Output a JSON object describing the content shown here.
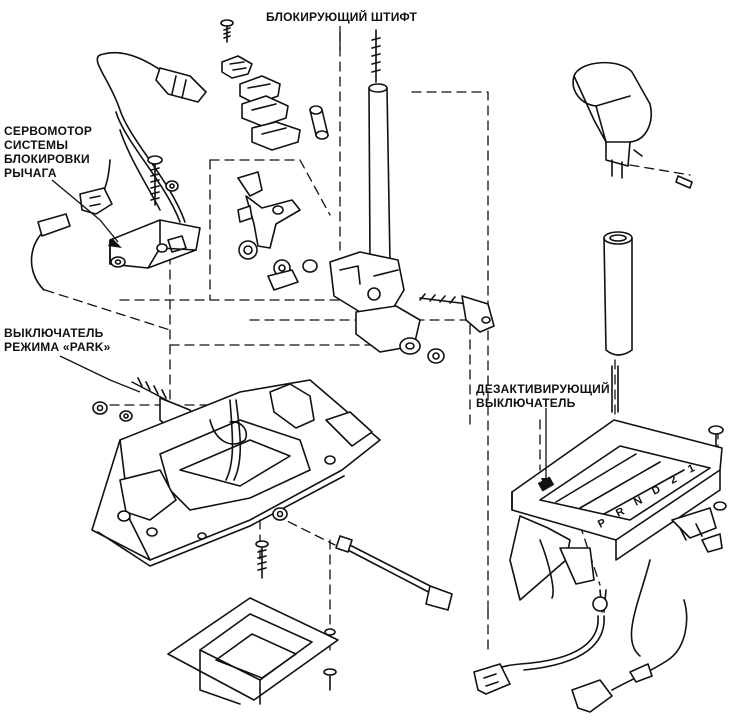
{
  "labels": {
    "locking_pin": "БЛОКИРУЮЩИЙ ШТИФТ",
    "servo_motor": [
      "СЕРВОМОТОР",
      "СИСТЕМЫ",
      "БЛОКИРОВКИ",
      "РЫЧАГА"
    ],
    "park_switch": [
      "ВЫКЛЮЧАТЕЛЬ",
      "РЕЖИМА «PARK»"
    ],
    "deactivating_switch": [
      "ДЕЗАКТИВИРУЮЩИЙ",
      "ВЫКЛЮЧАТЕЛЬ"
    ]
  },
  "gear_indicator": [
    "P",
    "R",
    "N",
    "D",
    "2",
    "1"
  ]
}
